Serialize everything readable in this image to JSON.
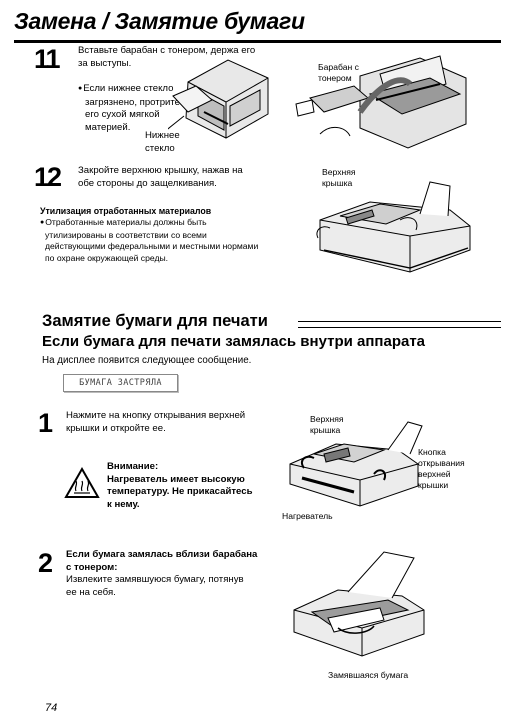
{
  "header": {
    "title": "Замена / Замятие бумаги",
    "page_number": "74"
  },
  "step11": {
    "number": "11",
    "text": [
      "Вставьте барабан с тонером, держа его",
      "за выступы."
    ],
    "note": [
      "Если нижнее стекло",
      "загрязнено, протрите",
      "его сухой мягкой",
      "материей."
    ],
    "label_lower_glass": [
      "Нижнее",
      "стекло"
    ],
    "label_drum": [
      "Барабан с",
      "тонером"
    ]
  },
  "step12": {
    "number": "12",
    "text": [
      "Закройте верхнюю крышку, нажав на",
      "обе стороны до защелкивания."
    ],
    "label_top_cover": [
      "Верхняя",
      "крышка"
    ]
  },
  "disposal": {
    "heading": "Утилизация отработанных материалов",
    "lines": [
      "Отработанные материалы должны быть",
      "утилизированы в соответствии со всеми",
      "действующими федеральными и местными нормами",
      "по охране окружающей среды."
    ]
  },
  "jam_section": {
    "heading": "Замятие бумаги для печати",
    "subheading": "Если бумага для печати замялась внутри аппарата",
    "intro": "На дисплее появится следующее сообщение.",
    "display_message": "БУМАГА ЗАСТРЯЛА"
  },
  "jstep1": {
    "number": "1",
    "text": [
      "Нажмите на кнопку открывания верхней",
      "крышки и откройте ее."
    ],
    "caution": [
      "Внимание:",
      "Нагреватель имеет высокую",
      "температуру. Не прикасайтесь",
      "к нему."
    ],
    "label_top_cover": [
      "Верхняя",
      "крышка"
    ],
    "label_button": [
      "Кнопка",
      "открывания",
      "верхней",
      "крышки"
    ],
    "label_heater": "Нагреватель"
  },
  "jstep2": {
    "number": "2",
    "bold": [
      "Если бумага замялась вблизи барабана",
      "с тонером:"
    ],
    "text": [
      "Извлеките замявшуюся бумагу, потянув",
      "ее на себя."
    ],
    "label_jammed": "Замявшаяся бумага"
  }
}
